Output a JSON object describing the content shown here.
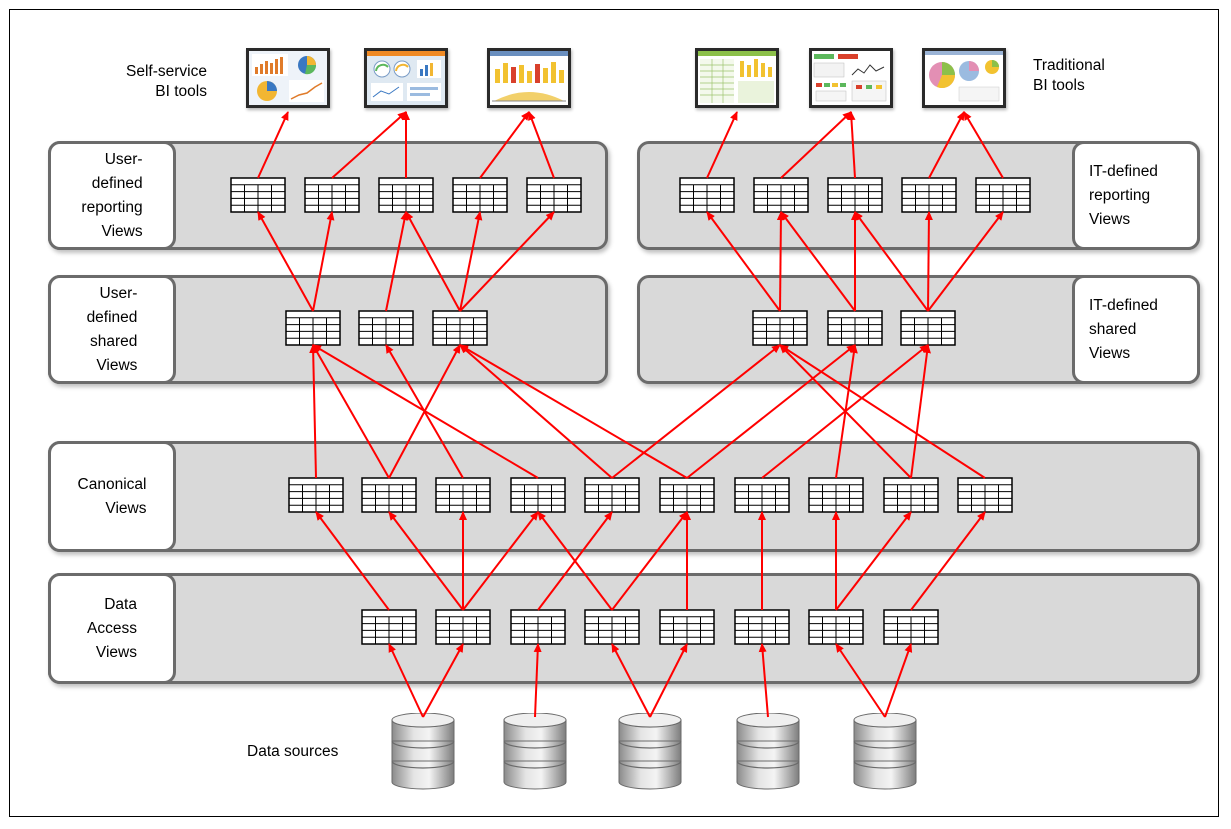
{
  "layers": {
    "user_reporting": "User-\ndefined\nreporting\nViews",
    "it_reporting": "IT-defined\nreporting\nViews",
    "user_shared": "User-\ndefined\nshared\nViews",
    "it_shared": "IT-defined\nshared\nViews",
    "canonical": "Canonical\nViews",
    "data_access": "Data\nAccess\nViews"
  },
  "tools": {
    "self_service": "Self-service\nBI tools",
    "traditional": "Traditional\nBI tools"
  },
  "data_sources": "Data sources",
  "colors": {
    "arrow": "#ff0000",
    "band_fill": "#d9d9d9",
    "band_border": "#6b6b6b"
  }
}
